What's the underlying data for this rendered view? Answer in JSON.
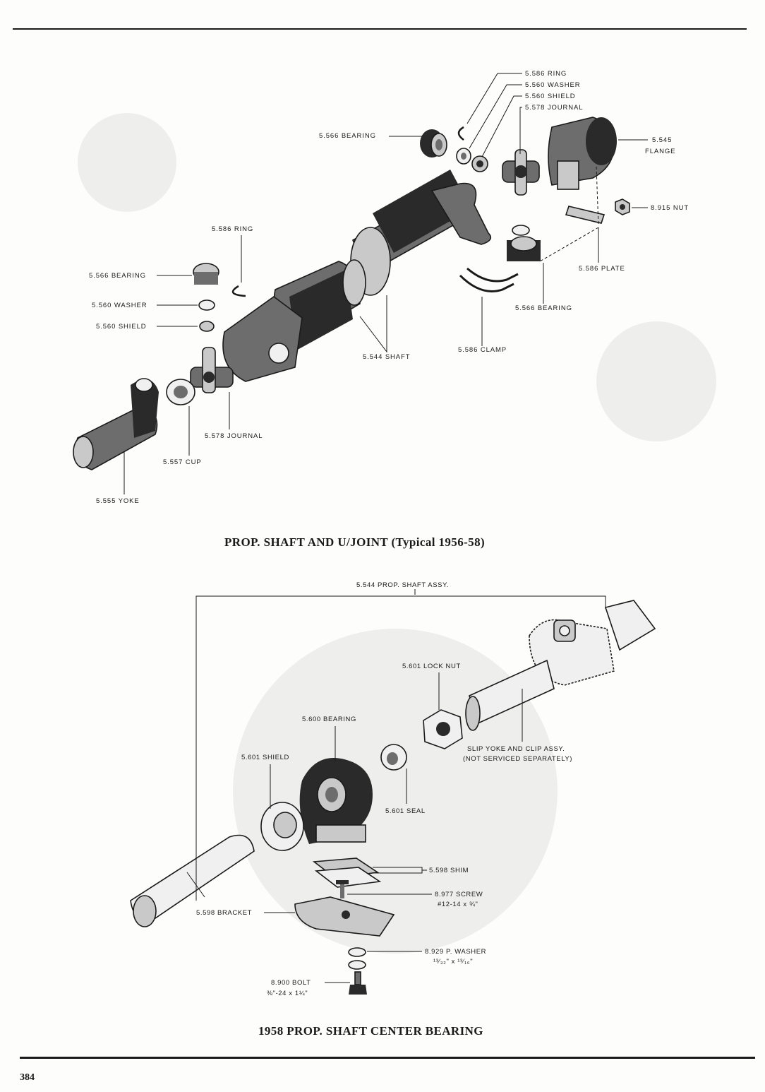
{
  "diagram1": {
    "caption": "PROP. SHAFT AND U/JOINT (Typical 1956-58)",
    "labels": {
      "ring_top": "5.586 RING",
      "washer_top": "5.560 WASHER",
      "shield_top": "5.560 SHIELD",
      "journal_top": "5.578 JOURNAL",
      "bearing_top": "5.566 BEARING",
      "flange_num": "5.545",
      "flange_word": "FLANGE",
      "nut": "8.915 NUT",
      "plate": "5.586 PLATE",
      "bearing_right": "5.566 BEARING",
      "clamp": "5.586 CLAMP",
      "shaft": "5.544 SHAFT",
      "ring_left": "5.586 RING",
      "bearing_left": "5.566 BEARING",
      "washer_left": "5.560 WASHER",
      "shield_left": "5.560 SHIELD",
      "journal_bottom": "5.578 JOURNAL",
      "cup": "5.557 CUP",
      "yoke": "5.555 YOKE"
    }
  },
  "diagram2": {
    "caption": "1958 PROP. SHAFT CENTER BEARING",
    "labels": {
      "assy": "5.544 PROP. SHAFT ASSY.",
      "lock_nut": "5.601 LOCK NUT",
      "bearing": "5.600 BEARING",
      "shield": "5.601 SHIELD",
      "seal": "5.601 SEAL",
      "slip_yoke_1": "SLIP YOKE AND CLIP ASSY.",
      "slip_yoke_2": "(NOT SERVICED SEPARATELY)",
      "shim": "5.598 SHIM",
      "screw": "8.977 SCREW",
      "screw_size": "#12-14 x ¾\"",
      "bracket": "5.598 BRACKET",
      "washer": "8.929 P. WASHER",
      "washer_size": "¹³⁄₃₂\" x ¹³⁄₁₆\"",
      "bolt": "8.900 BOLT",
      "bolt_size": "⅜\"-24 x 1¼\""
    }
  },
  "page_number": "384"
}
